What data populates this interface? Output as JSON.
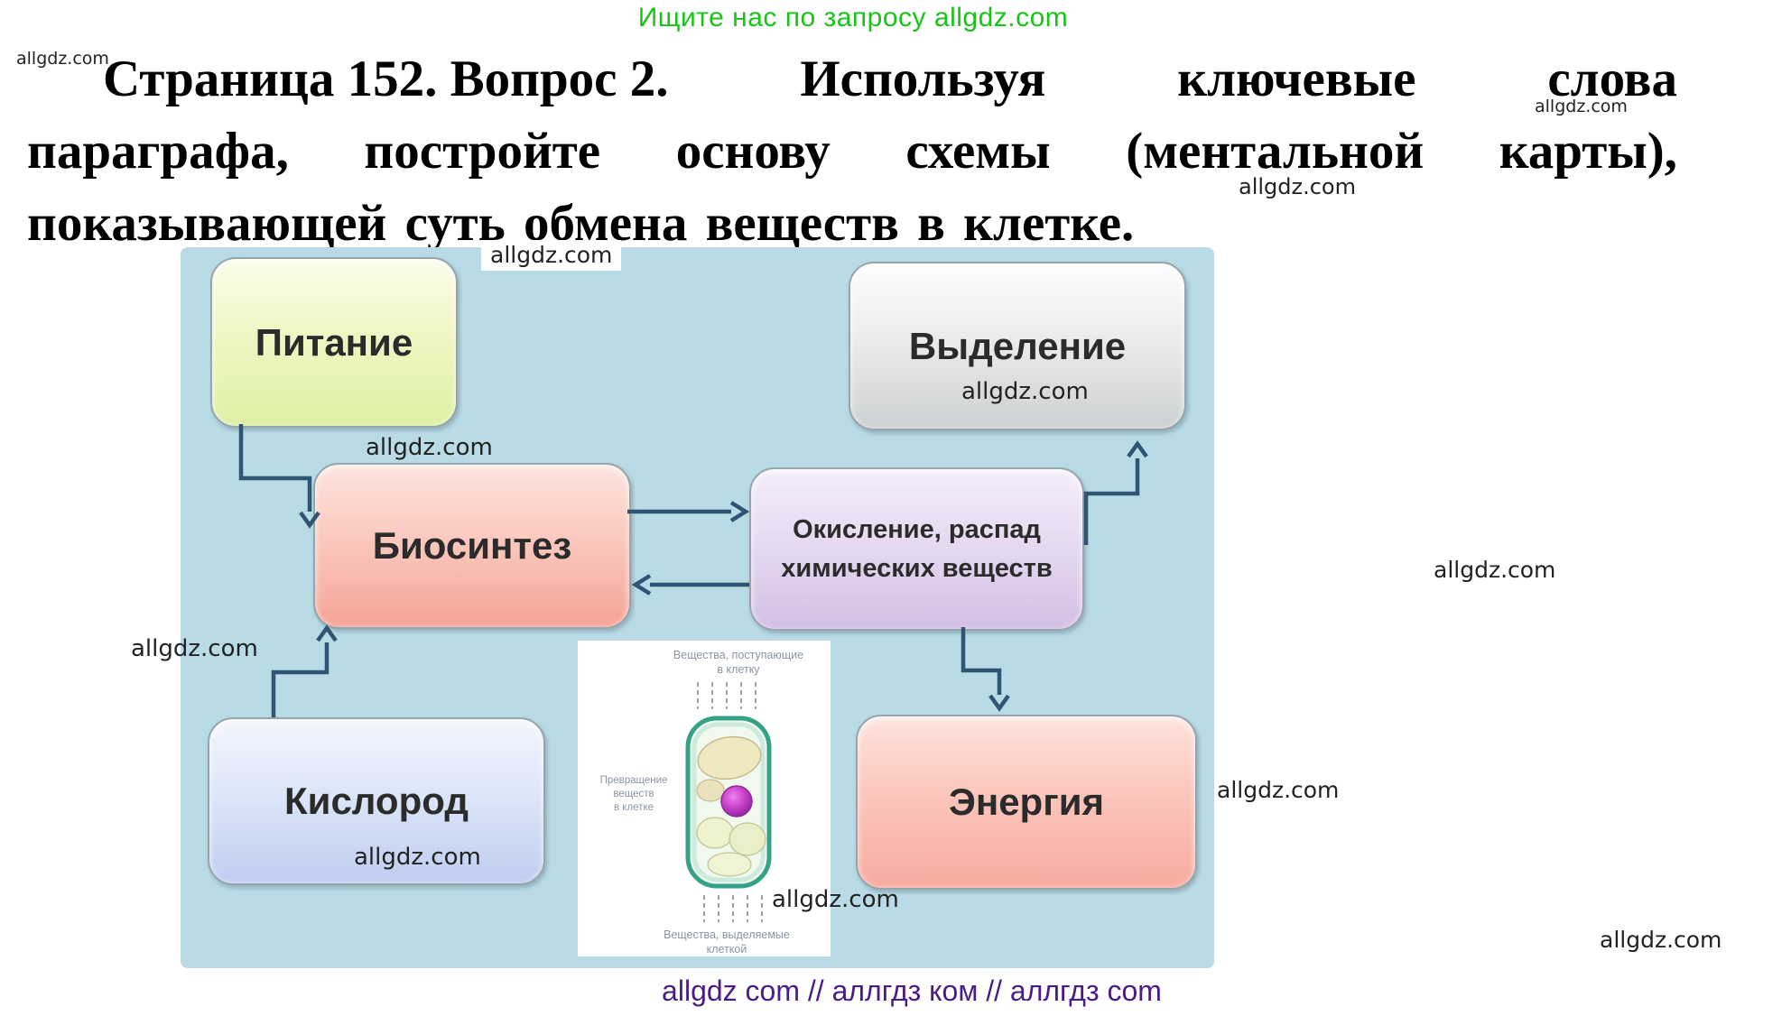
{
  "header": {
    "promo": "Ищите нас по запросу allgdz.com"
  },
  "watermark": "allgdz.com",
  "title": {
    "line1": [
      "Страница 152. Вопрос 2.",
      "Используя",
      "ключевые",
      "слова"
    ],
    "line2": [
      "параграфа,",
      "постройте",
      "основу",
      "схемы",
      "(ментальной",
      "карты),"
    ],
    "line3": "показывающей суть обмена веществ в клетке."
  },
  "diagram": {
    "nodes": {
      "nutrition": {
        "label": "Питание"
      },
      "excretion": {
        "label": "Выделение"
      },
      "biosynthesis": {
        "label": "Биосинтез"
      },
      "oxidation": {
        "label": "Окисление, распад химических веществ"
      },
      "oxygen": {
        "label": "Кислород"
      },
      "energy": {
        "label": "Энергия"
      }
    },
    "cell_inset": {
      "top_label_line1": "Вещества, поступающие",
      "top_label_line2": "в клетку",
      "left_label_line1": "Превращение",
      "left_label_line2": "веществ",
      "left_label_line3": "в клетке",
      "bottom_label_line1": "Вещества, выделяемые",
      "bottom_label_line2": "клеткой"
    }
  },
  "footer": {
    "text": "allgdz com  //  аллгдз ком  //  аллгдз com"
  },
  "colors": {
    "promo_green": "#18c418",
    "footer_purple": "#4a1d86",
    "arrow_blue": "#2f5574",
    "diagram_background": "#b9dbe5",
    "node_nutrition": "#e6f2ad",
    "node_excretion": "#d9d9d9",
    "node_biosynthesis": "#f5a496",
    "node_oxidation": "#d3bfe4",
    "node_oxygen": "#bfcdf0",
    "node_energy": "#f8ab9f",
    "nucleus_magenta": "#b32cc0",
    "cell_green": "#35a287"
  }
}
